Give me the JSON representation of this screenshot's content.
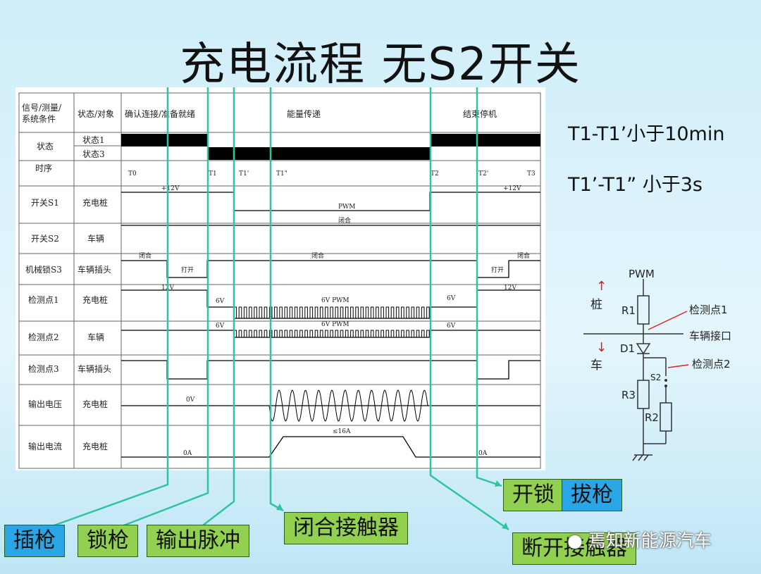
{
  "title": "充电流程  无S2开关",
  "notes": [
    "T1-T1’小于10min",
    "T1’-T1” 小于3s"
  ],
  "table": {
    "head": [
      "信号/测量/",
      "系统条件",
      "状态/对象",
      "确认连接/准备就绪",
      "能量传递",
      "结束停机"
    ],
    "status_label": "状态",
    "status_items": [
      "状态1",
      "状态3"
    ],
    "seq_label": "时序",
    "times": [
      "T0",
      "T1",
      "T1'",
      "T1\"",
      "T2",
      "T2'",
      "T3"
    ],
    "rows": [
      {
        "sig": "开关S1",
        "obj": "充电桩"
      },
      {
        "sig": "开关S2",
        "obj": "车辆"
      },
      {
        "sig": "机械锁S3",
        "obj": "车辆插头"
      },
      {
        "sig": "检测点1",
        "obj": "充电桩"
      },
      {
        "sig": "检测点2",
        "obj": "车辆"
      },
      {
        "sig": "检测点3",
        "obj": "车辆插头"
      },
      {
        "sig": "输出电压",
        "obj": "充电桩"
      },
      {
        "sig": "输出电流",
        "obj": "充电桩"
      }
    ],
    "wave_labels": {
      "p12v": "+12V",
      "pwm": "PWM",
      "closed": "闭合",
      "open": "打开",
      "v12": "12V",
      "v6": "6V",
      "v6pwm": "6V PWM",
      "v0": "0V",
      "a0": "0A",
      "a16": "≤16A"
    }
  },
  "circuit": {
    "pwm": "PWM",
    "r1": "R1",
    "d1": "D1",
    "r2": "R2",
    "r3": "R3",
    "s2": "S2",
    "pile": "桩",
    "car": "车",
    "up": "↑",
    "down": "↓",
    "cp1": "检测点1",
    "cp2": "检测点2",
    "iface": "车辆接口"
  },
  "tags": {
    "insert": "插枪",
    "lock": "锁枪",
    "pulse": "输出脉冲",
    "contactor_close": "闭合接触器",
    "unlock": "开锁",
    "unplug": "拔枪",
    "contactor_open": "断开接触器"
  },
  "watermark": "焉知新能源汽车",
  "colors": {
    "arrow": "#2ec4a0",
    "tag_green": "#92d050",
    "tag_blue": "#2aa6e6"
  }
}
